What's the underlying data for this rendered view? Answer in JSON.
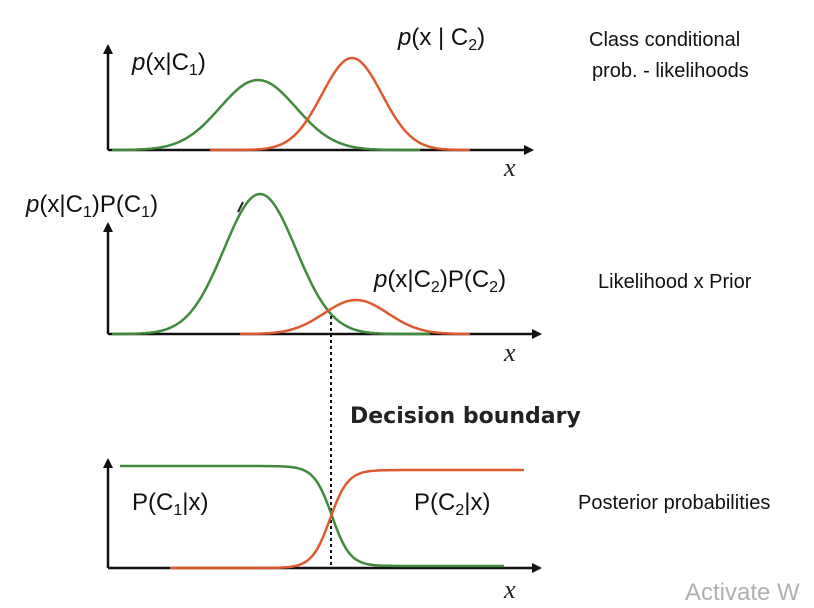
{
  "panels": [
    {
      "id": "likelihoods",
      "label_c1_main": "p",
      "label_c1_rest": "(x|C",
      "label_c1_sub": "1",
      "label_c1_end": ")",
      "label_c2_main": "p",
      "label_c2_rest": "(x | C",
      "label_c2_sub": "2",
      "label_c2_end": ")",
      "axis_label": "x",
      "caption_line1": "Class conditional",
      "caption_line2": "prob. - likelihoods"
    },
    {
      "id": "likelihood-prior",
      "label_c1": "p(x|C1)P(C1)",
      "label_c1_parts": [
        "p",
        "(x|C",
        "1",
        ")P(C",
        "1",
        ")"
      ],
      "label_c2_parts": [
        "p",
        "(x|C",
        "2",
        ")P(C",
        "2",
        ")"
      ],
      "axis_label": "x",
      "caption": "Likelihood x Prior"
    },
    {
      "id": "posteriors",
      "label_c1_parts": [
        "P(C",
        "1",
        "|x)"
      ],
      "label_c2_parts": [
        "P(C",
        "2",
        "|x)"
      ],
      "axis_label": "x",
      "caption": "Posterior probabilities"
    }
  ],
  "decision_boundary_label": "Decision boundary",
  "watermark": "Activate W",
  "colors": {
    "class1": "#3f8a3c",
    "class2": "#dd5a2e",
    "axis": "#111111",
    "boundary": "#111111"
  }
}
